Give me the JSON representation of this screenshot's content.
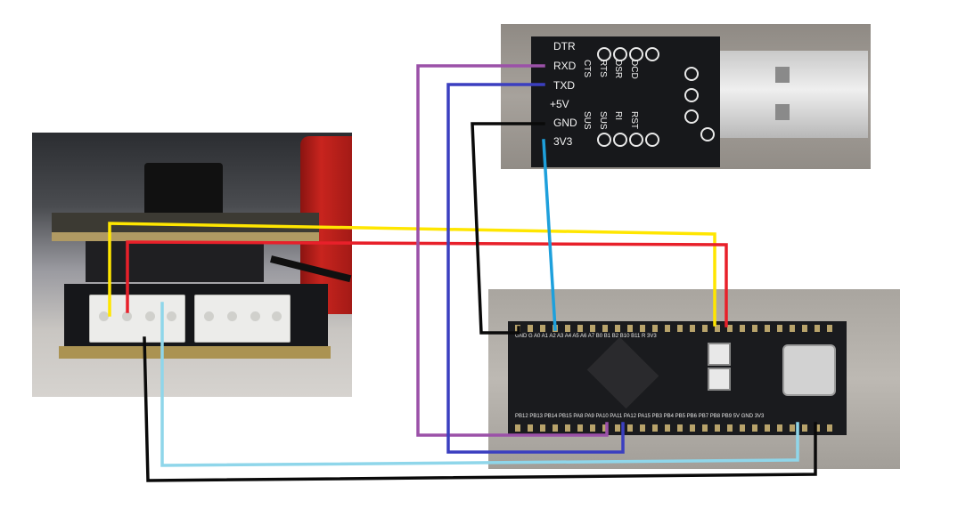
{
  "usb_module": {
    "labels": [
      "DTR",
      "RXD",
      "TXD",
      "+5V",
      "GND",
      "3V3"
    ],
    "vertical_labels": [
      "CTS",
      "RTS",
      "DSR",
      "DCD",
      "SUS",
      "SUS",
      "RI",
      "RST"
    ]
  },
  "mcu_board": {
    "top_pin_labels": "GND G  A0  A1  A2  A3  A4  A5  A6  A7  B0  B1  B2  B10 B11 R 3V3",
    "bottom_pin_labels": "PB12 PB13 PB14 PB15 PA8 PA9 PA10 PA11 PA12 PA15 PB3 PB4 PB5 PB6 PB7 PB8 PB9 5V GND 3V3"
  },
  "wire_colors": {
    "yellow": "#ffe600",
    "red": "#e8202a",
    "purple": "#9b51a8",
    "blue": "#3b3fc0",
    "black": "#0a0a0a",
    "cyan": "#1ea0dc",
    "light_blue": "#8fd6ea"
  }
}
